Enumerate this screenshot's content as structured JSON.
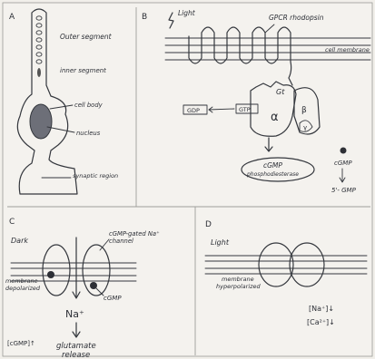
{
  "panels": {
    "a": {
      "letter": "A",
      "outer_segment": "Outer segment",
      "inner_segment": "inner segment",
      "cell_body": "cell body",
      "nucleus": "nucleus",
      "synaptic_region": "synaptic region"
    },
    "b": {
      "letter": "B",
      "light": "Light",
      "gpcr_rhodopsin": "GPCR rhodopsin",
      "cell_membrane": "cell membrane",
      "gt": "Gt",
      "gdp": "GDP",
      "gtp": "GTP",
      "alpha": "α",
      "beta": "β",
      "gamma": "γ",
      "cgmp_pde": "cGMP phosphodiesterase",
      "cgmp": "cGMP",
      "five_gmp": "5'- GMP"
    },
    "c": {
      "letter": "C",
      "dark": "Dark",
      "channel": "cGMP-gated Na⁺ channel",
      "membrane_depolarized": "membrane depolarized",
      "na": "Na⁺",
      "cgmp": "cGMP",
      "cgmp_up": "[cGMP]↑",
      "glutamate_release": "glutamate release"
    },
    "d": {
      "letter": "D",
      "light": "Light",
      "membrane_hyperpolarized": "membrane hyperpolarized",
      "na_down": "[Na⁺]↓",
      "ca_down": "[Ca²⁺]↓"
    }
  }
}
